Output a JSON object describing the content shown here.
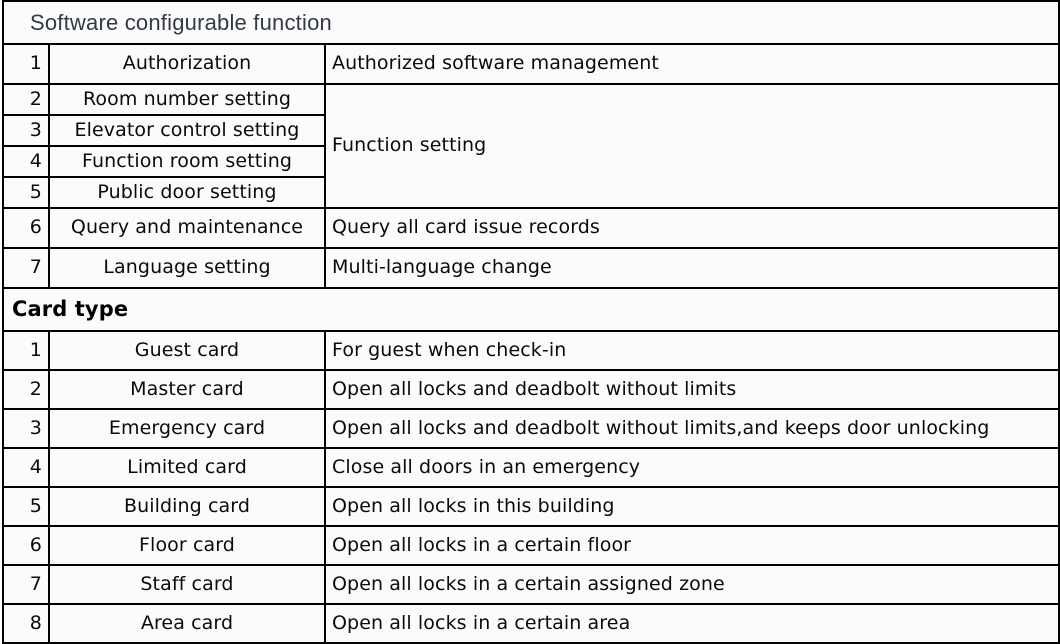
{
  "colors": {
    "header_bg": "#8a9bb8",
    "cell_bg": "#fbfbfb",
    "border": "#000000",
    "header_text_soft": "#333a45",
    "header_text_card": "#000000"
  },
  "sections": [
    {
      "id": "software-configurable-function",
      "title": "Software configurable function",
      "rows": [
        {
          "num": "1",
          "name": "Authorization",
          "desc": "Authorized software management",
          "desc_rowspan": 1
        },
        {
          "num": "2",
          "name": "Room number setting",
          "desc": "Function setting",
          "desc_rowspan": 4
        },
        {
          "num": "3",
          "name": "Elevator control setting",
          "desc": null
        },
        {
          "num": "4",
          "name": "Function room setting",
          "desc": null
        },
        {
          "num": "5",
          "name": "Public door setting",
          "desc": null
        },
        {
          "num": "6",
          "name": "Query and maintenance",
          "desc": "Query all card issue records",
          "desc_rowspan": 1
        },
        {
          "num": "7",
          "name": "Language setting",
          "desc": "Multi-language change",
          "desc_rowspan": 1
        }
      ]
    },
    {
      "id": "card-type",
      "title": "Card type",
      "rows": [
        {
          "num": "1",
          "name": "Guest card",
          "desc": "For guest when check-in"
        },
        {
          "num": "2",
          "name": "Master card",
          "desc": "Open all locks and deadbolt without limits"
        },
        {
          "num": "3",
          "name": "Emergency card",
          "desc": "Open all locks and deadbolt without limits,and keeps door unlocking"
        },
        {
          "num": "4",
          "name": "Limited card",
          "desc": "Close all doors in an emergency"
        },
        {
          "num": "5",
          "name": "Building card",
          "desc": "Open all locks in this building"
        },
        {
          "num": "6",
          "name": "Floor card",
          "desc": "Open all locks in a certain floor"
        },
        {
          "num": "7",
          "name": "Staff card",
          "desc": "Open all locks in a certain assigned zone"
        },
        {
          "num": "8",
          "name": "Area card",
          "desc": "Open all locks in a certain area"
        }
      ]
    }
  ]
}
